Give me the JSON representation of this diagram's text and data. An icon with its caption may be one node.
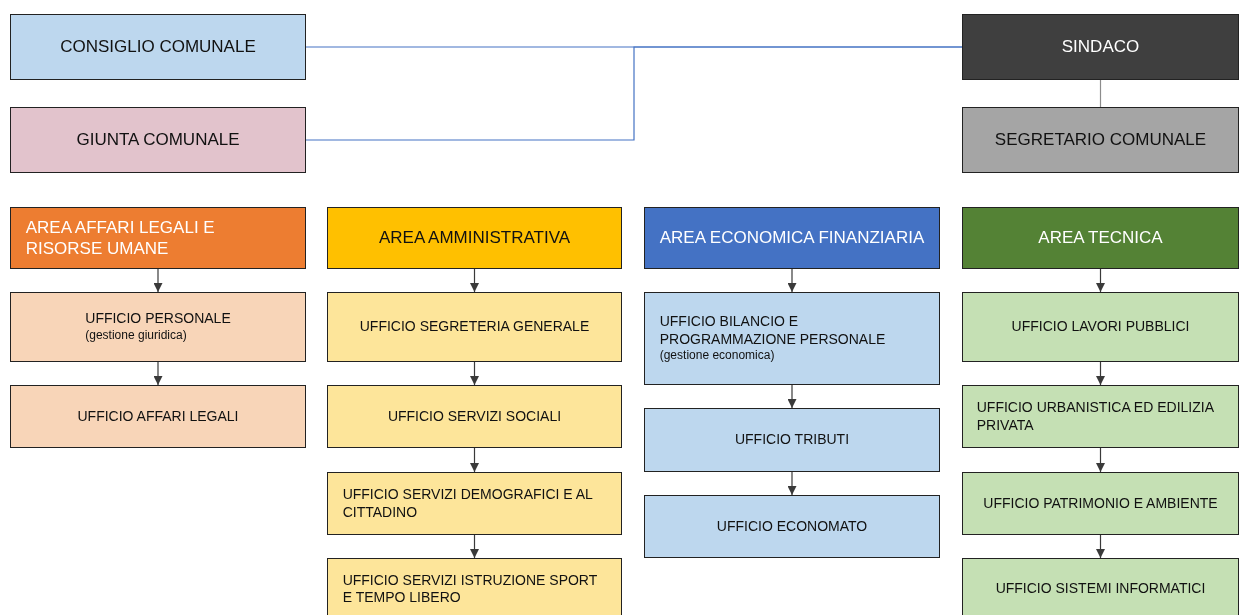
{
  "diagram": {
    "nodes": [
      {
        "text": [
          "CONSIGLIO COMUNALE"
        ]
      },
      {
        "text": [
          "GIUNTA COMUNALE"
        ]
      },
      {
        "text": [
          "SINDACO"
        ]
      },
      {
        "text": [
          "SEGRETARIO COMUNALE"
        ]
      },
      {
        "text": [
          "AREA AFFARI LEGALI E RISORSE UMANE"
        ]
      },
      {
        "text": [
          "UFFICIO PERSONALE",
          "(gestione giuridica)"
        ]
      },
      {
        "text": [
          "UFFICIO AFFARI LEGALI"
        ]
      },
      {
        "text": [
          "AREA AMMINISTRATIVA"
        ]
      },
      {
        "text": [
          "UFFICIO SEGRETERIA GENERALE"
        ]
      },
      {
        "text": [
          "UFFICIO SERVIZI SOCIALI"
        ]
      },
      {
        "text": [
          "UFFICIO SERVIZI DEMOGRAFICI E AL CITTADINO"
        ]
      },
      {
        "text": [
          "UFFICIO SERVIZI ISTRUZIONE SPORT E TEMPO LIBERO"
        ]
      },
      {
        "text": [
          "AREA ECONOMICA FINANZIARIA"
        ]
      },
      {
        "text": [
          "UFFICIO BILANCIO E PROGRAMMAZIONE PERSONALE",
          "(gestione economica)"
        ]
      },
      {
        "text": [
          "UFFICIO TRIBUTI"
        ]
      },
      {
        "text": [
          "UFFICIO ECONOMATO"
        ]
      },
      {
        "text": [
          "AREA TECNICA"
        ]
      },
      {
        "text": [
          "UFFICIO LAVORI PUBBLICI"
        ]
      },
      {
        "text": [
          "UFFICIO URBANISTICA ED EDILIZIA PRIVATA"
        ]
      },
      {
        "text": [
          "UFFICIO PATRIMONIO E AMBIENTE"
        ]
      },
      {
        "text": [
          "UFFICIO SISTEMI INFORMATICI"
        ]
      }
    ],
    "edges": [
      {
        "from": 0,
        "to": 2,
        "arrow": "none",
        "color": "#4472c4"
      },
      {
        "from": 1,
        "to": 2,
        "arrow": "none",
        "color": "#4472c4"
      },
      {
        "from": 2,
        "to": 3,
        "arrow": "none",
        "color": "#8c8c8c"
      },
      {
        "from": 4,
        "to": 5,
        "arrow": "to"
      },
      {
        "from": 5,
        "to": 6,
        "arrow": "to"
      },
      {
        "from": 7,
        "to": 8,
        "arrow": "to"
      },
      {
        "from": 8,
        "to": 9,
        "arrow": "to"
      },
      {
        "from": 9,
        "to": 10,
        "arrow": "to"
      },
      {
        "from": 10,
        "to": 11,
        "arrow": "to"
      },
      {
        "from": 12,
        "to": 13,
        "arrow": "to"
      },
      {
        "from": 13,
        "to": 14,
        "arrow": "to"
      },
      {
        "from": 14,
        "to": 15,
        "arrow": "to"
      },
      {
        "from": 16,
        "to": 17,
        "arrow": "to"
      },
      {
        "from": 17,
        "to": 18,
        "arrow": "to"
      },
      {
        "from": 18,
        "to": 19,
        "arrow": "to"
      },
      {
        "from": 19,
        "to": 20,
        "arrow": "to"
      }
    ]
  }
}
